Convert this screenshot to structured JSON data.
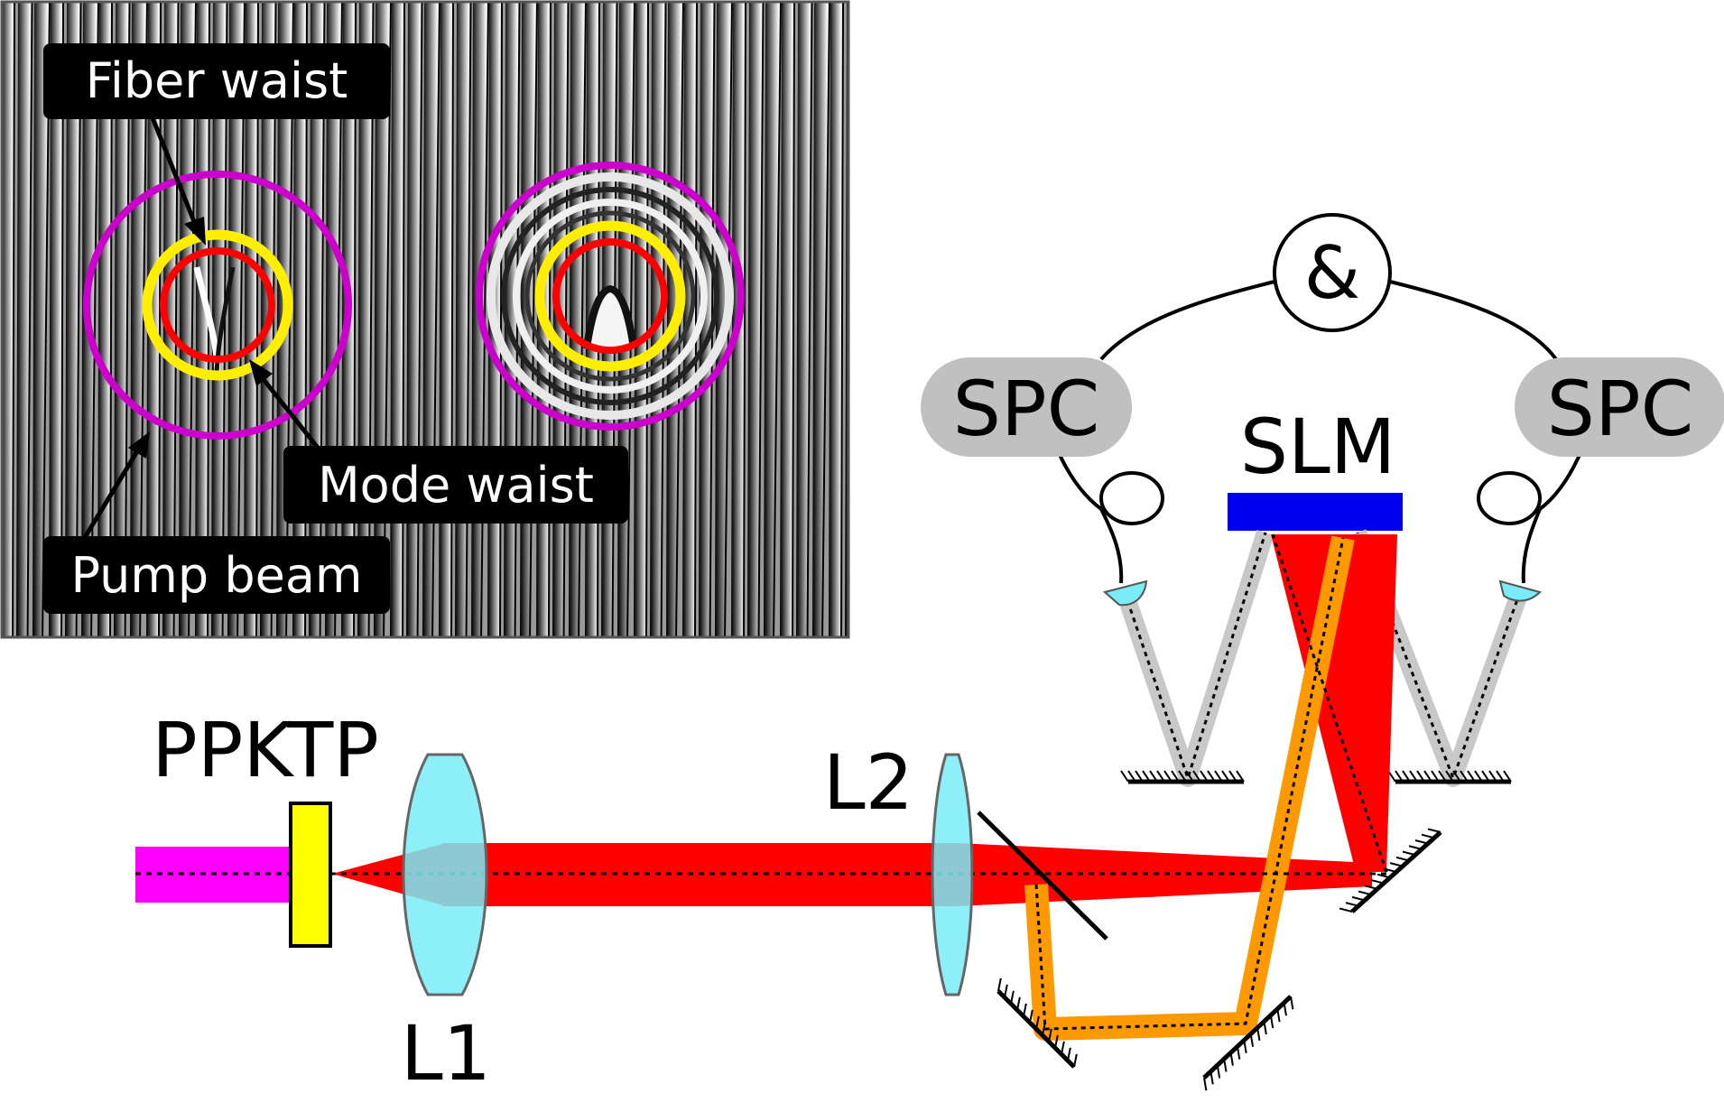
{
  "labels": {
    "fiber_waist": "Fiber waist",
    "mode_waist": "Mode waist",
    "pump_beam": "Pump beam",
    "ppktp": "PPKTP",
    "l1": "L1",
    "l2": "L2",
    "slm": "SLM",
    "spc_left": "SPC",
    "spc_right": "SPC",
    "coincidence": "&"
  },
  "colors": {
    "pump": "#ff00ff",
    "crystal": "#ffff00",
    "signal": "#ff0000",
    "idler": "#ff9900",
    "lens": "#79ecf7",
    "slm": "#0000ee",
    "fiber_beam": "#c8c8c8",
    "spc": "#c0c0c0",
    "ring_pump": "#cc00cc",
    "ring_mode": "#ffee00",
    "ring_fiber": "#ff0000",
    "callout_bg": "#000000",
    "callout_text": "#ffffff"
  },
  "icons": {
    "mirror": "hatched-mirror-icon",
    "fiber_coupler_lens": "coupler-lens-icon",
    "fiber_loop": "fiber-loop-icon"
  }
}
